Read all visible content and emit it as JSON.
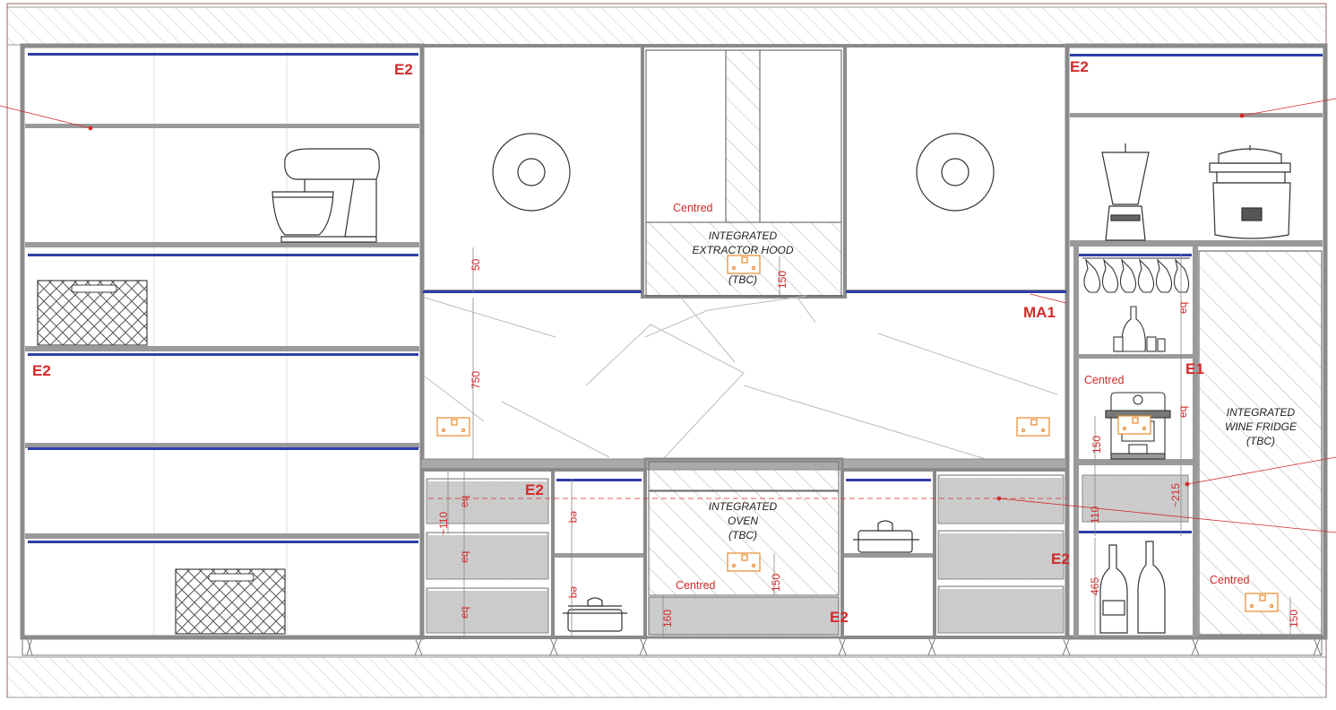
{
  "colors": {
    "annotation": "#d42a2a",
    "socket": "#e8892b",
    "led_strip": "#2f3ea8",
    "cabinet": "#8a8a8a",
    "panel_fill": "#cfcfcf"
  },
  "tags": {
    "e2": "E2",
    "e1": "E1",
    "ma1": "MA1"
  },
  "dimensions": {
    "d50": "50",
    "d750": "750",
    "d150": "150",
    "d110": "110",
    "dapprox110": "~110",
    "d215": "~215",
    "d160": "160",
    "d465": "465",
    "eq": "eq"
  },
  "notes": {
    "centred": "Centred"
  },
  "appliances": {
    "extractor": {
      "line1": "INTEGRATED",
      "line2": "EXTRACTOR HOOD",
      "line3": "(TBC)"
    },
    "oven": {
      "line1": "INTEGRATED",
      "line2": "OVEN",
      "line3": "(TBC)"
    },
    "wine_fridge": {
      "line1": "INTEGRATED",
      "line2": "WINE FRIDGE",
      "line3": "(TBC)"
    }
  },
  "icons": [
    "stand-mixer-icon",
    "blender-icon",
    "rice-cooker-icon",
    "wine-glasses-icon",
    "decanter-icon",
    "coffee-machine-icon",
    "wine-bottle-icon",
    "cooking-pot-icon",
    "wicker-basket-icon",
    "wall-light-icon",
    "double-socket-icon"
  ]
}
